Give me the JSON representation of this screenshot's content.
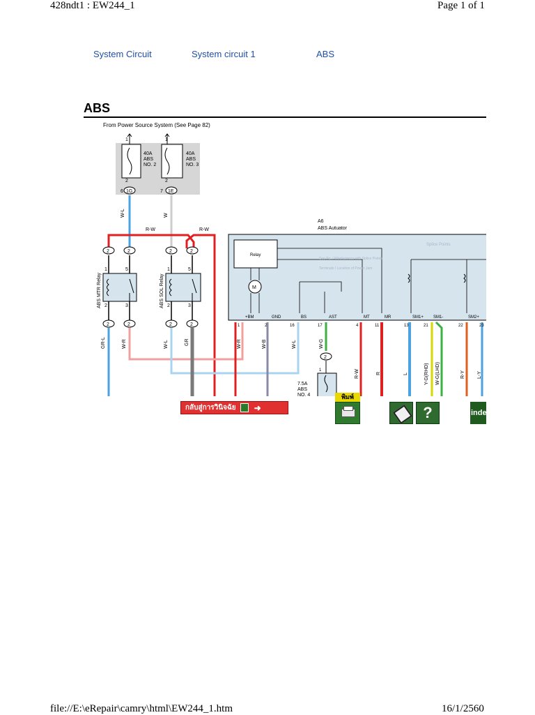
{
  "print_header": {
    "left": "428ndt1 : EW244_1",
    "right": "Page 1 of 1"
  },
  "print_footer": {
    "left": "file://E:\\eRepair\\camry\\html\\EW244_1.htm",
    "right": "16/1/2560"
  },
  "breadcrumb": [
    "System Circuit",
    "System circuit 1",
    "ABS"
  ],
  "page_title": "ABS",
  "diagram": {
    "source_note": "From Power Source System (See Page 82)",
    "fuses": [
      {
        "rating": "40A",
        "name": "ABS",
        "number": "NO. 2",
        "pin_in": "1",
        "pin_out": "2",
        "conn_pin": "6",
        "conn": "1G"
      },
      {
        "rating": "40A",
        "name": "ABS",
        "number": "NO. 3",
        "pin_in": "1",
        "pin_out": "2",
        "conn_pin": "7",
        "conn": "1E"
      }
    ],
    "fuse_small": {
      "rating": "7.5A",
      "name": "ABS",
      "number": "NO. 4",
      "pin_in": "1"
    },
    "wire_top": {
      "left": "W-L",
      "right": "W",
      "rw1": "R-W",
      "rw2": "R-W"
    },
    "relays": [
      {
        "name": "ABS MTR Relay",
        "pins": [
          "1",
          "5",
          "2",
          "3"
        ]
      },
      {
        "name": "ABS SOL Relay",
        "pins": [
          "1",
          "5",
          "2",
          "3"
        ]
      }
    ],
    "connector_label": "2",
    "actuator": {
      "id": "A6",
      "name": "ABS Autuator",
      "relay_label": "Relay",
      "motor_label": "M",
      "faded_texts": [
        "Splice Points",
        "See Pg. / Wireharness with Splice Points",
        "Terminals / Location of Power Jam"
      ],
      "terminals": [
        "+BM",
        "GND",
        "BS",
        "AST",
        "MT",
        "MR",
        "SM1+",
        "SM1-",
        "SM2+"
      ],
      "pins": [
        "1",
        "2",
        "16",
        "17",
        "4",
        "11",
        "13",
        "21",
        "22",
        "23"
      ]
    },
    "bottom_wires": [
      "GR-L",
      "W-R",
      "W-L",
      "GR",
      "W-R",
      "W-B",
      "W-L",
      "W-G",
      "R-W",
      "R",
      "L",
      "Y-G(RHD)",
      "W-G(LHD)",
      "R-Y",
      "L-Y"
    ]
  },
  "nav_buttons": {
    "back_label": "กลับสู่การวินิจฉัย",
    "print_label": "พิมพ์",
    "index_label": "inde"
  },
  "colors": {
    "link": "#1f4fa8",
    "wire_red": "#e02020",
    "wire_blue": "#4aa3e0",
    "wire_gray": "#7a7a7a",
    "wire_green": "#3cb043",
    "wire_yellow": "#d8d800",
    "fuse_box_bg": "#d6d6d6"
  }
}
